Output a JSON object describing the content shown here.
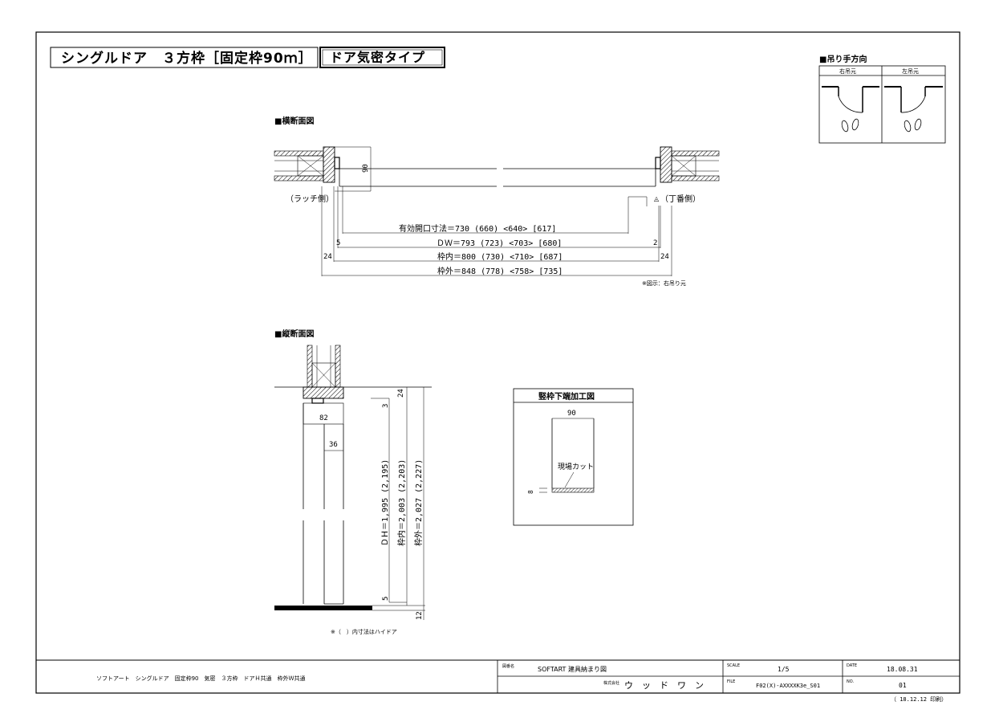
{
  "title": {
    "main": "シングルドア　３方枠［固定枠90ｍ］",
    "tag": "ドア気密タイプ"
  },
  "swing_direction": {
    "heading": "■吊り手方向",
    "right": "右吊元",
    "left": "左吊元"
  },
  "horizontal_section": {
    "heading": "■横断面図",
    "latch_side": "（ラッチ側）",
    "hinge_side": "（丁番側）",
    "frame_depth": "90",
    "effective_opening": "有効開口寸法＝730 (660) <640> [617]",
    "dw": "ＤＷ＝793 (723) <703> [680]",
    "frame_inner": "枠内＝800 (730) <710> [687]",
    "frame_outer": "枠外＝848 (778) <758> [735]",
    "offset_left": "5",
    "offset_right": "2",
    "frame_left": "24",
    "frame_right": "24",
    "note": "※図示：右吊り元"
  },
  "vertical_section": {
    "heading": "■縦断面図",
    "dim_82": "82",
    "dim_36": "36",
    "dim_3": "3",
    "dim_24": "24",
    "dim_5": "5",
    "dim_12": "12",
    "dh": "ＤＨ＝1,995 (2,195)",
    "frame_inner_h": "枠内＝2,003 (2,203)",
    "frame_outer_h": "枠外＝2,027 (2,227)",
    "note": "※（　）内寸法はハイドア"
  },
  "detail": {
    "title": "竪枠下端加工図",
    "width": "90",
    "cut_label": "現場カット",
    "depth": "8"
  },
  "title_block": {
    "description": "ソフトアート　シングルドア　固定枠90　気密　３方枠　ドアＨ共通　枠外Ｗ共通",
    "drawing_name_label": "図番名",
    "drawing_name": "SOFTART 建具納まり図",
    "company_label": "株式会社",
    "company": "ウ　ッ　ド　ワ　ン",
    "scale_label": "SCALE",
    "scale": "1/5",
    "file_label": "FILE",
    "file": "F02(X)-AXXXXK3e_S01",
    "date_label": "DATE",
    "date": "18.08.31",
    "no_label": "NO.",
    "no": "01",
    "printed": "（ 18.12.12 印刷）"
  }
}
